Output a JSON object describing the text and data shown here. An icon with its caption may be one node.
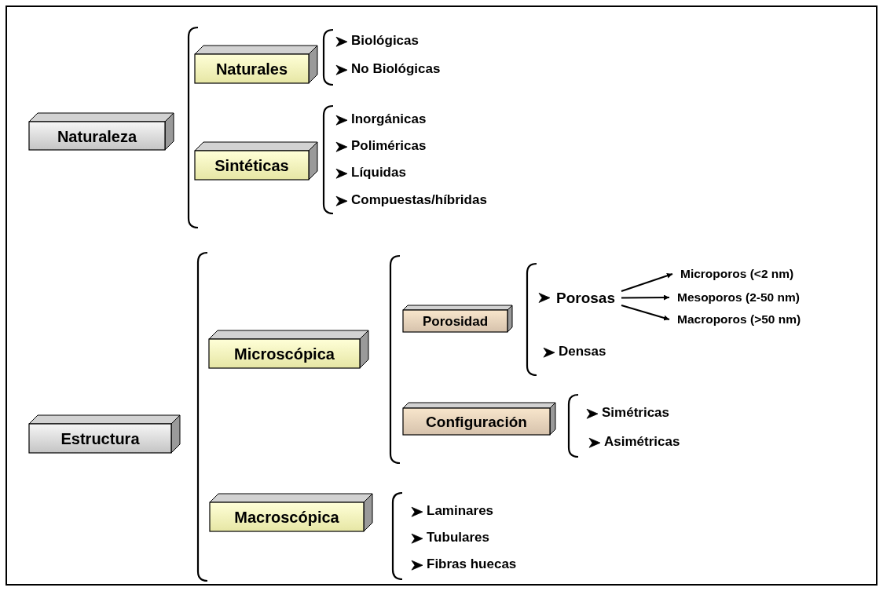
{
  "diagram": {
    "nodes": [
      {
        "text": [
          "Naturaleza"
        ]
      },
      {
        "text": [
          "Naturales"
        ]
      },
      {
        "text": [
          "Sintéticas"
        ]
      },
      {
        "text": [
          "Estructura"
        ]
      },
      {
        "text": [
          "Microscópica"
        ]
      },
      {
        "text": [
          "Porosidad"
        ]
      },
      {
        "text": [
          "Porosas"
        ]
      },
      {
        "text": [
          "Microporos (<2 nm)"
        ]
      },
      {
        "text": [
          "Mesoporos (2-50 nm)"
        ]
      },
      {
        "text": [
          "Macroporos (>50 nm)"
        ]
      },
      {
        "text": [
          "Configuración"
        ]
      },
      {
        "text": [
          "Macroscópica"
        ]
      }
    ],
    "edges": [
      {
        "from": 6,
        "to": 7,
        "arrow": "to"
      },
      {
        "from": 6,
        "to": 8,
        "arrow": "to"
      },
      {
        "from": 6,
        "to": 9,
        "arrow": "to"
      }
    ],
    "labels": [
      "Biológicas",
      "No Biológicas",
      "Inorgánicas",
      "Poliméricas",
      "Líquidas",
      "Compuestas/híbridas",
      "Densas",
      "Simétricas",
      "Asimétricas",
      "Laminares",
      "Tubulares",
      "Fibras huecas"
    ]
  }
}
